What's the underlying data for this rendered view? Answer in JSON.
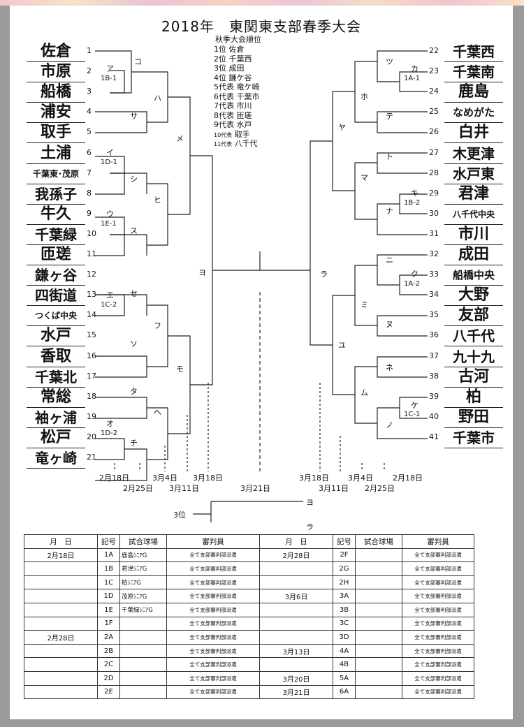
{
  "title": "2018年　東関東支部春季大会",
  "left_teams": [
    {
      "seed": "1",
      "name": "佐倉"
    },
    {
      "seed": "2",
      "name": "市原"
    },
    {
      "seed": "3",
      "name": "船橋"
    },
    {
      "seed": "4",
      "name": "浦安"
    },
    {
      "seed": "5",
      "name": "取手"
    },
    {
      "seed": "6",
      "name": "土浦"
    },
    {
      "seed": "7",
      "name": "千葉東･茂原"
    },
    {
      "seed": "8",
      "name": "我孫子"
    },
    {
      "seed": "9",
      "name": "牛久"
    },
    {
      "seed": "10",
      "name": "千葉緑"
    },
    {
      "seed": "11",
      "name": "匝瑳"
    },
    {
      "seed": "12",
      "name": "鎌ヶ谷"
    },
    {
      "seed": "13",
      "name": "四街道"
    },
    {
      "seed": "14",
      "name": "つくば中央"
    },
    {
      "seed": "15",
      "name": "水戸"
    },
    {
      "seed": "16",
      "name": "香取"
    },
    {
      "seed": "17",
      "name": "千葉北"
    },
    {
      "seed": "18",
      "name": "常総"
    },
    {
      "seed": "19",
      "name": "袖ヶ浦"
    },
    {
      "seed": "20",
      "name": "松戸"
    },
    {
      "seed": "21",
      "name": "竜ヶ崎"
    }
  ],
  "right_teams": [
    {
      "seed": "22",
      "name": "千葉西"
    },
    {
      "seed": "23",
      "name": "千葉南"
    },
    {
      "seed": "24",
      "name": "鹿島"
    },
    {
      "seed": "25",
      "name": "なめがた"
    },
    {
      "seed": "26",
      "name": "白井"
    },
    {
      "seed": "27",
      "name": "木更津"
    },
    {
      "seed": "28",
      "name": "水戸東"
    },
    {
      "seed": "29",
      "name": "君津"
    },
    {
      "seed": "30",
      "name": "八千代中央"
    },
    {
      "seed": "31",
      "name": "市川"
    },
    {
      "seed": "32",
      "name": "成田"
    },
    {
      "seed": "33",
      "name": "船橋中央"
    },
    {
      "seed": "34",
      "name": "大野"
    },
    {
      "seed": "35",
      "name": "友部"
    },
    {
      "seed": "36",
      "name": "八千代"
    },
    {
      "seed": "37",
      "name": "九十九"
    },
    {
      "seed": "38",
      "name": "古河"
    },
    {
      "seed": "39",
      "name": "柏"
    },
    {
      "seed": "40",
      "name": "野田"
    },
    {
      "seed": "41",
      "name": "千葉市"
    }
  ],
  "game_codes": {
    "a": "ア",
    "a_id": "1B-1",
    "i": "イ",
    "i_id": "1D-1",
    "u": "ウ",
    "u_id": "1E-1",
    "e": "エ",
    "e_id": "1C-2",
    "o": "オ",
    "o_id": "1D-2",
    "ka": "カ",
    "ka_id": "1A-1",
    "ki": "キ",
    "ki_id": "1B-2",
    "ku": "ク",
    "ku_id": "1A-2",
    "ke": "ケ",
    "ke_id": "1C-1",
    "ko": "コ",
    "sa": "サ",
    "shi": "シ",
    "su": "ス",
    "se": "セ",
    "so": "ソ",
    "ta": "タ",
    "chi": "チ",
    "tsu": "ツ",
    "te": "テ",
    "to": "ト",
    "na": "ナ",
    "ni": "ニ",
    "nu": "ヌ",
    "ne": "ネ",
    "no": "ノ",
    "ha": "ハ",
    "hi": "ヒ",
    "fu": "フ",
    "he": "ヘ",
    "ho": "ホ",
    "ma": "マ",
    "mi": "ミ",
    "mu": "ム",
    "me": "メ",
    "mo": "モ",
    "ya": "ヤ",
    "yu": "ユ",
    "yo": "ヨ",
    "ra": "ラ"
  },
  "autumn_ranking": {
    "heading": "秋季大会順位",
    "items": [
      {
        "pos": "1位",
        "team": "佐倉"
      },
      {
        "pos": "2位",
        "team": "千葉西"
      },
      {
        "pos": "3位",
        "team": "成田"
      },
      {
        "pos": "4位",
        "team": "鎌ケ谷"
      },
      {
        "pos": "5代表",
        "team": "竜ケ崎"
      },
      {
        "pos": "6代表",
        "team": "千葉市"
      },
      {
        "pos": "7代表",
        "team": "市川"
      },
      {
        "pos": "8代表",
        "team": "匝瑳"
      },
      {
        "pos": "9代表",
        "team": "水戸"
      },
      {
        "pos": "10代表",
        "team": "取手"
      },
      {
        "pos": "11代表",
        "team": "八千代"
      }
    ]
  },
  "round_dates": {
    "l1": "2月18日",
    "l2": "2月25日",
    "l3": "3月4日",
    "l4": "3月11日",
    "l5": "3月18日",
    "center": "3月21日",
    "r5": "3月18日",
    "r4": "3月11日",
    "r3": "3月4日",
    "r2": "2月25日",
    "r1": "2月18日"
  },
  "third_place": {
    "label": "3位",
    "top": "ヨ",
    "bottom": "ラ"
  },
  "schedule": {
    "headers": [
      "月　日",
      "記号",
      "試合球場",
      "審判員",
      "月　日",
      "記号",
      "試合球場",
      "審判員"
    ],
    "rows": [
      [
        "2月18日",
        "1A",
        "鹿島ｼﾆｱG",
        "全て支部審判部派遣",
        "2月28日",
        "2F",
        "",
        "全て支部審判部派遣"
      ],
      [
        "",
        "1B",
        "君津ｼﾆｱG",
        "全て支部審判部派遣",
        "",
        "2G",
        "",
        "全て支部審判部派遣"
      ],
      [
        "",
        "1C",
        "柏ｼﾆｱG",
        "全て支部審判部派遣",
        "",
        "2H",
        "",
        "全て支部審判部派遣"
      ],
      [
        "",
        "1D",
        "茂原ｼﾆｱG",
        "全て支部審判部派遣",
        "3月6日",
        "3A",
        "",
        "全て支部審判部派遣"
      ],
      [
        "",
        "1E",
        "千葉緑ｼﾆｱG",
        "全て支部審判部派遣",
        "",
        "3B",
        "",
        "全て支部審判部派遣"
      ],
      [
        "",
        "1F",
        "",
        "全て支部審判部派遣",
        "",
        "3C",
        "",
        "全て支部審判部派遣"
      ],
      [
        "2月28日",
        "2A",
        "",
        "全て支部審判部派遣",
        "",
        "3D",
        "",
        "全て支部審判部派遣"
      ],
      [
        "",
        "2B",
        "",
        "全て支部審判部派遣",
        "3月13日",
        "4A",
        "",
        "全て支部審判部派遣"
      ],
      [
        "",
        "2C",
        "",
        "全て支部審判部派遣",
        "",
        "4B",
        "",
        "全て支部審判部派遣"
      ],
      [
        "",
        "2D",
        "",
        "全て支部審判部派遣",
        "3月20日",
        "5A",
        "",
        "全て支部審判部派遣"
      ],
      [
        "",
        "2E",
        "",
        "全て支部審判部派遣",
        "3月21日",
        "6A",
        "",
        "全て支部審判部派遣"
      ]
    ]
  }
}
